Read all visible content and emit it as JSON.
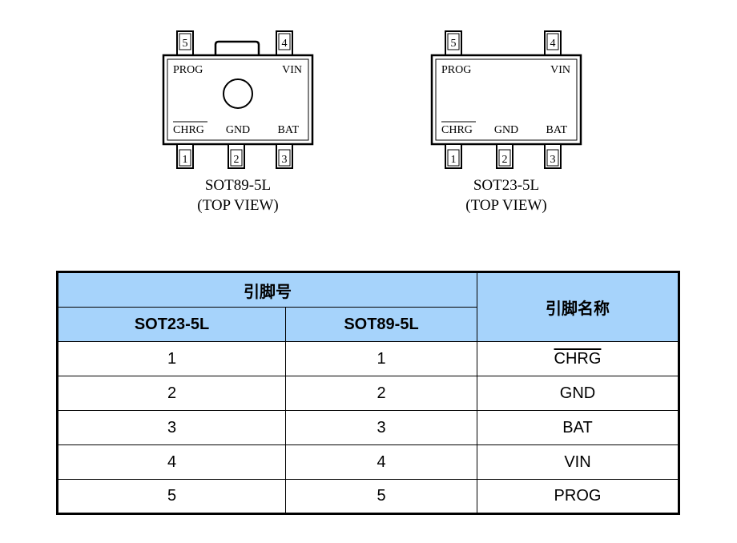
{
  "packages": [
    {
      "name": "SOT89-5L",
      "view": "(TOP VIEW)",
      "labels": {
        "prog": "PROG",
        "vin": "VIN",
        "chrg": "CHRG",
        "gnd": "GND",
        "bat": "BAT"
      },
      "pins": {
        "p1": "1",
        "p2": "2",
        "p3": "3",
        "p4": "4",
        "p5": "5"
      }
    },
    {
      "name": "SOT23-5L",
      "view": "(TOP VIEW)",
      "labels": {
        "prog": "PROG",
        "vin": "VIN",
        "chrg": "CHRG",
        "gnd": "GND",
        "bat": "BAT"
      },
      "pins": {
        "p1": "1",
        "p2": "2",
        "p3": "3",
        "p4": "4",
        "p5": "5"
      }
    }
  ],
  "table": {
    "group_header": "引脚号",
    "name_header": "引脚名称",
    "col_sot23": "SOT23-5L",
    "col_sot89": "SOT89-5L",
    "rows": [
      {
        "sot23": "1",
        "sot89": "1",
        "name": "CHRG"
      },
      {
        "sot23": "2",
        "sot89": "2",
        "name": "GND"
      },
      {
        "sot23": "3",
        "sot89": "3",
        "name": "BAT"
      },
      {
        "sot23": "4",
        "sot89": "4",
        "name": "VIN"
      },
      {
        "sot23": "5",
        "sot89": "5",
        "name": "PROG"
      }
    ]
  },
  "colors": {
    "header_bg": "#a6d3fb",
    "border": "#000000"
  }
}
